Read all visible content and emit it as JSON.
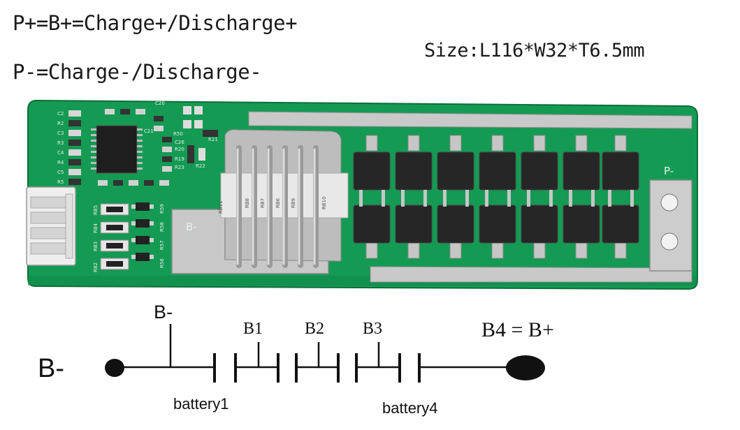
{
  "header": {
    "line1": "P+=B+=Charge+/Discharge+",
    "line2": "P-=Charge-/Discharge-",
    "size": "Size:L116*W32*T6.5mm"
  },
  "pcb": {
    "pad_b_minus": "B-",
    "pad_p_minus": "P-",
    "resistor_left": [
      "RB5",
      "RB4",
      "RB3",
      "RB2"
    ],
    "resistor_right": [
      "R59",
      "R58",
      "R57",
      "R56"
    ],
    "res_col": [
      "C2",
      "R2",
      "C3",
      "R3",
      "C4",
      "R4",
      "C5",
      "R5"
    ],
    "res_mid": [
      "R50",
      "C26",
      "R20",
      "R19",
      "R23"
    ],
    "res_top": [
      "C20",
      "C21",
      "R21",
      "R22"
    ],
    "shunt_labels": [
      "RB11",
      "RB8",
      "RB7",
      "RB6",
      "RB9",
      "RB10"
    ],
    "colors": {
      "board": "#159a54",
      "board_dark": "#0d7a40",
      "pad": "#c9c9c9",
      "mosfet": "#262626"
    }
  },
  "schematic": {
    "bminus_top": "B-",
    "bminus_left": "B-",
    "cells": [
      "B1",
      "B2",
      "B3"
    ],
    "b4_label": "B4 = B+",
    "battery1": "battery1",
    "battery4": "battery4"
  }
}
